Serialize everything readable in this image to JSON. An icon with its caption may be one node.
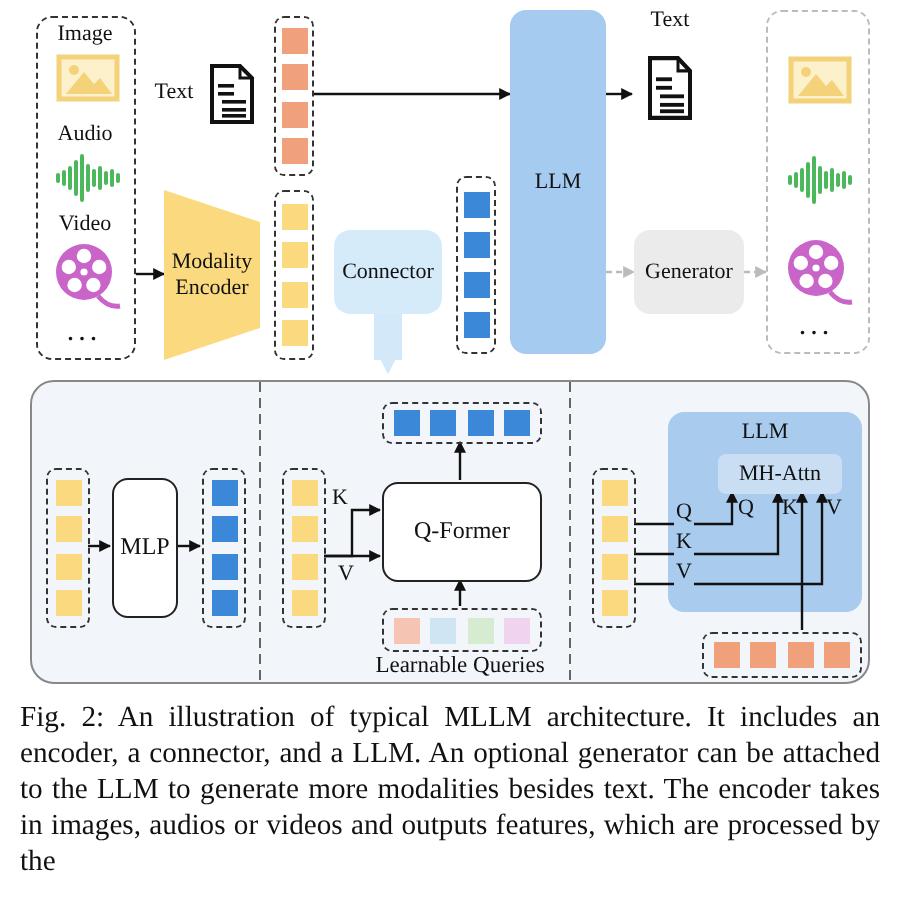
{
  "diagram": {
    "caption": "Fig. 2: An illustration of typical MLLM architecture. It includes an encoder, a connector, and a LLM. An optional generator can be attached to the LLM to generate more modalities besides text. The encoder takes in images, audios or videos and outputs features, which are processed by the",
    "nodes": [
      {
        "text": [
          "Image",
          "Audio",
          "Video",
          "..."
        ]
      },
      {
        "text": [
          "Text"
        ]
      },
      {
        "text": [],
        "shape": "box"
      },
      {
        "text": [
          "Modality Encoder"
        ]
      },
      {
        "text": [],
        "shape": "box"
      },
      {
        "text": [
          "Connector"
        ]
      },
      {
        "text": [],
        "shape": "box"
      },
      {
        "text": [
          "LLM"
        ]
      },
      {
        "text": [
          "Text"
        ]
      },
      {
        "text": [
          "Generator"
        ]
      },
      {
        "text": [
          "..."
        ]
      },
      {
        "text": [],
        "shape": "box"
      },
      {
        "text": [],
        "shape": "box",
        "in": 11
      },
      {
        "text": [
          "MLP"
        ],
        "in": 11
      },
      {
        "text": [],
        "shape": "box",
        "in": 11
      },
      {
        "text": [],
        "shape": "box",
        "in": 11
      },
      {
        "text": [],
        "shape": "box",
        "in": 11
      },
      {
        "text": [
          "Q-Former"
        ],
        "in": 11
      },
      {
        "text": [],
        "shape": "box",
        "in": 11,
        "beside": [
          "Learnable Queries"
        ]
      },
      {
        "text": [],
        "shape": "box",
        "in": 11
      },
      {
        "text": [
          "LLM"
        ],
        "in": 11
      },
      {
        "text": [
          "MH-Attn"
        ],
        "in": 20
      },
      {
        "text": [],
        "shape": "box",
        "in": 11
      }
    ],
    "edges": [
      {
        "from": 0,
        "to": 3,
        "arrow": "to"
      },
      {
        "from": 2,
        "to": 7,
        "arrow": "to"
      },
      {
        "from": 7,
        "to": 8,
        "arrow": "to"
      },
      {
        "from": 7,
        "to": 9,
        "arrow": "to",
        "style": "dashed",
        "color": "#bbbbbb"
      },
      {
        "from": 9,
        "to": 10,
        "arrow": "to",
        "style": "dashed",
        "color": "#bbbbbb"
      },
      {
        "from": 5,
        "to": 11,
        "arrow": "to",
        "style": "thick",
        "color": "#d3e8f8"
      },
      {
        "from": 12,
        "to": 13,
        "arrow": "to"
      },
      {
        "from": 13,
        "to": 14,
        "arrow": "to"
      },
      {
        "from": 16,
        "to": 17,
        "arrow": "to",
        "label": "K"
      },
      {
        "from": 16,
        "to": 17,
        "arrow": "to",
        "label": "V"
      },
      {
        "from": 17,
        "to": 15,
        "arrow": "to"
      },
      {
        "from": 18,
        "to": 17,
        "arrow": "to"
      },
      {
        "from": 19,
        "to": 21,
        "arrow": "to",
        "label": "Q"
      },
      {
        "from": 19,
        "to": 21,
        "arrow": "to",
        "label": "K"
      },
      {
        "from": 19,
        "to": 21,
        "arrow": "to",
        "label": "V"
      },
      {
        "from": 22,
        "to": 21,
        "arrow": "to"
      }
    ],
    "labels": [
      "Q",
      "K",
      "V"
    ]
  }
}
